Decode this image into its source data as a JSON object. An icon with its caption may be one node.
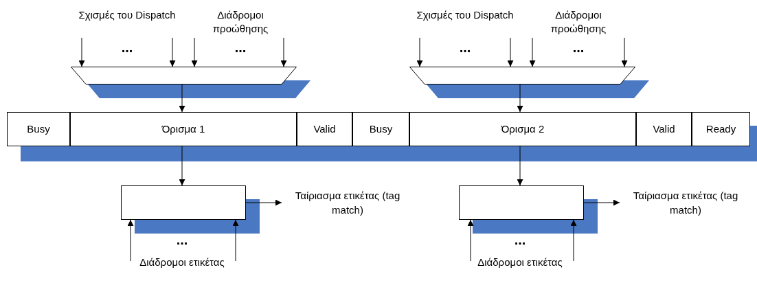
{
  "diagram": {
    "nodes": [
      {
        "text": [],
        "shape": "trapezoid"
      },
      {
        "text": [],
        "shape": "trapezoid"
      },
      {
        "text": [
          "Busy"
        ]
      },
      {
        "text": [
          "Όρισμα 1"
        ]
      },
      {
        "text": [
          "Valid"
        ]
      },
      {
        "text": [
          "Busy"
        ]
      },
      {
        "text": [
          "Όρισμα 2"
        ]
      },
      {
        "text": [
          "Valid"
        ]
      },
      {
        "text": [
          "Ready"
        ]
      },
      {
        "text": [],
        "shape": "box"
      },
      {
        "text": [],
        "shape": "box"
      },
      {
        "text": [
          "Ταίριασμα ετικέτας (tag match)"
        ]
      },
      {
        "text": [
          "Ταίριασμα ετικέτας (tag match)"
        ]
      }
    ],
    "edges": [
      {
        "from": null,
        "to": 0,
        "arrow": "to"
      },
      {
        "from": null,
        "to": 0,
        "arrow": "to"
      },
      {
        "from": null,
        "to": 0,
        "arrow": "to"
      },
      {
        "from": null,
        "to": 0,
        "arrow": "to"
      },
      {
        "from": null,
        "to": 1,
        "arrow": "to"
      },
      {
        "from": null,
        "to": 1,
        "arrow": "to"
      },
      {
        "from": null,
        "to": 1,
        "arrow": "to"
      },
      {
        "from": null,
        "to": 1,
        "arrow": "to"
      },
      {
        "from": 0,
        "to": 3,
        "arrow": "to"
      },
      {
        "from": 1,
        "to": 6,
        "arrow": "to"
      },
      {
        "from": 3,
        "to": 9,
        "arrow": "to"
      },
      {
        "from": 6,
        "to": 10,
        "arrow": "to"
      },
      {
        "from": 9,
        "to": 11,
        "arrow": "to"
      },
      {
        "from": 10,
        "to": 12,
        "arrow": "to"
      },
      {
        "from": null,
        "to": 9,
        "arrow": "to"
      },
      {
        "from": null,
        "to": 9,
        "arrow": "to"
      },
      {
        "from": null,
        "to": 10,
        "arrow": "to"
      },
      {
        "from": null,
        "to": 10,
        "arrow": "to"
      }
    ],
    "labels": [
      "Σχισμές του Dispatch",
      "Διάδρομοι προώθησης",
      "...",
      "...",
      "Σχισμές του Dispatch",
      "Διάδρομοι προώθησης",
      "...",
      "...",
      "...",
      "Διάδρομοι ετικέτας",
      "...",
      "Διάδρομοι ετικέτας"
    ]
  }
}
